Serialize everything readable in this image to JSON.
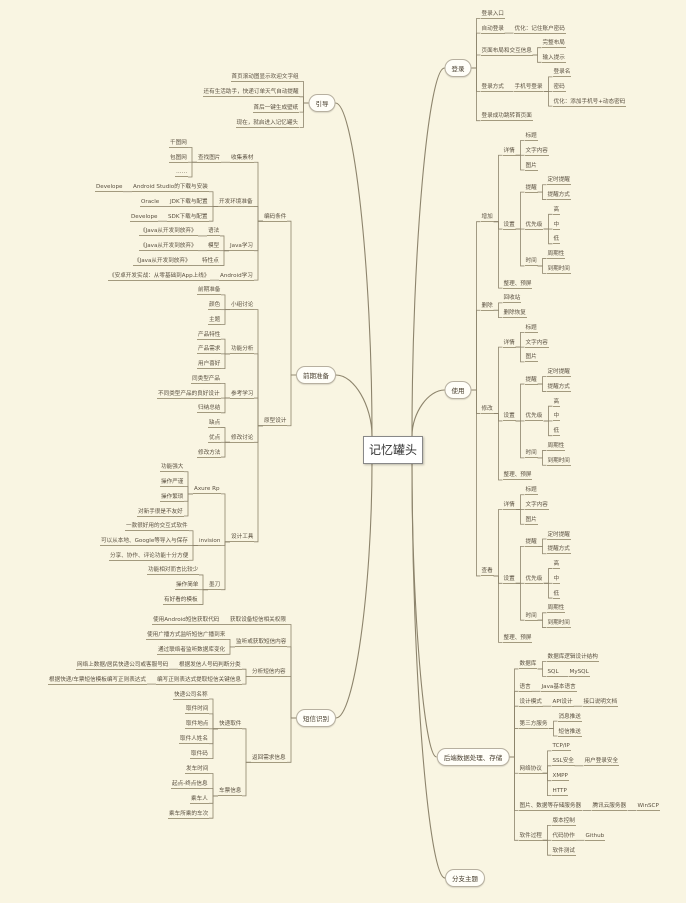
{
  "root": "记忆罐头",
  "topics": [
    {
      "t": "引导",
      "c": [
        {
          "t": "首页滚动图显示欢迎文字组"
        },
        {
          "t": "还有生活助手，快递订单天气自动提醒"
        },
        {
          "t": "首后一键生成壁纸"
        },
        {
          "t": "现在，就启进入记忆罐头"
        }
      ]
    },
    {
      "t": "登录",
      "c": [
        {
          "t": "登录入口"
        },
        {
          "t": "自动登录",
          "c": [
            {
              "t": "优化：记住账户密码"
            }
          ]
        },
        {
          "t": "页面布局和交互信息",
          "c": [
            {
              "t": "完整布局"
            },
            {
              "t": "输入提示"
            }
          ]
        },
        {
          "t": "登录方式",
          "c": [
            {
              "t": "手机号登录",
              "c": [
                {
                  "t": "登录名"
                },
                {
                  "t": "密码"
                },
                {
                  "t": "优化：添加手机号+动态密码"
                }
              ]
            }
          ]
        },
        {
          "t": "登录成功跳转首页面"
        }
      ]
    },
    {
      "t": "前期准备",
      "c": [
        {
          "t": "编码条件",
          "c": [
            {
              "t": "收集素材",
              "c": [
                {
                  "t": "查找图片",
                  "c": [
                    {
                      "t": "千图网"
                    },
                    {
                      "t": "包图网"
                    },
                    {
                      "t": "……"
                    }
                  ]
                }
              ]
            },
            {
              "t": "开发环境准备",
              "c": [
                {
                  "t": "Android Studio的下载与安装",
                  "c": [
                    {
                      "t": "Develope"
                    }
                  ]
                },
                {
                  "t": "JDK下载与配置",
                  "c": [
                    {
                      "t": "Oracle"
                    }
                  ]
                },
                {
                  "t": "SDK下载与配置",
                  "c": [
                    {
                      "t": "Develope"
                    }
                  ]
                }
              ]
            },
            {
              "t": "Java学习",
              "c": [
                {
                  "t": "语法",
                  "c": [
                    {
                      "t": "《Java从开发到放弃》"
                    }
                  ]
                },
                {
                  "t": "模型",
                  "c": [
                    {
                      "t": "《Java从开发到放弃》"
                    }
                  ]
                },
                {
                  "t": "特性点",
                  "c": [
                    {
                      "t": "《Java从开发到放弃》"
                    }
                  ]
                }
              ]
            },
            {
              "t": "Android学习",
              "c": [
                {
                  "t": "《安卓开发实战：从零基础到App上线》"
                }
              ]
            }
          ]
        },
        {
          "t": "原型设计",
          "c": [
            {
              "t": "小组讨论",
              "c": [
                {
                  "t": "前期准备"
                },
                {
                  "t": "颜色"
                },
                {
                  "t": "主题"
                }
              ]
            },
            {
              "t": "功能分析",
              "c": [
                {
                  "t": "产品特性"
                },
                {
                  "t": "产品需求"
                },
                {
                  "t": "用户喜好"
                }
              ]
            },
            {
              "t": "参考学习",
              "c": [
                {
                  "t": "同类型产品"
                },
                {
                  "t": "不同类型产品的良好设计"
                },
                {
                  "t": "归纳总结"
                }
              ]
            },
            {
              "t": "修改讨论",
              "c": [
                {
                  "t": "缺点"
                },
                {
                  "t": "优点"
                },
                {
                  "t": "修改方法"
                }
              ]
            },
            {
              "t": "设计工具",
              "c": [
                {
                  "t": "Axure Rp",
                  "c": [
                    {
                      "t": "功能强大"
                    },
                    {
                      "t": "操作严谨"
                    },
                    {
                      "t": "操作繁琐"
                    },
                    {
                      "t": "对新手很是不友好"
                    }
                  ]
                },
                {
                  "t": "invision",
                  "c": [
                    {
                      "t": "一款很好用的交互式软件"
                    },
                    {
                      "t": "可以从本地、Google等导入与保存"
                    },
                    {
                      "t": "分享、协作、评论功能十分方便"
                    }
                  ]
                },
                {
                  "t": "墨刀",
                  "c": [
                    {
                      "t": "功能相对而言比较少"
                    },
                    {
                      "t": "操作简单"
                    },
                    {
                      "t": "有好看的模板"
                    }
                  ]
                }
              ]
            }
          ]
        }
      ]
    },
    {
      "t": "使用",
      "c": [
        {
          "t": "增加",
          "c": [
            {
              "t": "详情",
              "c": [
                {
                  "t": "标题"
                },
                {
                  "t": "文字内容"
                },
                {
                  "t": "图片"
                }
              ]
            },
            {
              "t": "设置",
              "c": [
                {
                  "t": "提醒",
                  "c": [
                    {
                      "t": "定时提醒"
                    },
                    {
                      "t": "提醒方式"
                    }
                  ]
                },
                {
                  "t": "优先级",
                  "c": [
                    {
                      "t": "高"
                    },
                    {
                      "t": "中"
                    },
                    {
                      "t": "低"
                    }
                  ]
                },
                {
                  "t": "时间",
                  "c": [
                    {
                      "t": "周期性"
                    },
                    {
                      "t": "到期时间"
                    }
                  ]
                }
              ]
            },
            {
              "t": "整理、预屏"
            }
          ]
        },
        {
          "t": "删除",
          "c": [
            {
              "t": "回收站"
            },
            {
              "t": "删除恢复"
            }
          ]
        },
        {
          "t": "修改",
          "c": [
            {
              "t": "详情",
              "c": [
                {
                  "t": "标题"
                },
                {
                  "t": "文字内容"
                },
                {
                  "t": "图片"
                }
              ]
            },
            {
              "t": "设置",
              "c": [
                {
                  "t": "提醒",
                  "c": [
                    {
                      "t": "定时提醒"
                    },
                    {
                      "t": "提醒方式"
                    }
                  ]
                },
                {
                  "t": "优先级",
                  "c": [
                    {
                      "t": "高"
                    },
                    {
                      "t": "中"
                    },
                    {
                      "t": "低"
                    }
                  ]
                },
                {
                  "t": "时间",
                  "c": [
                    {
                      "t": "周期性"
                    },
                    {
                      "t": "到期时间"
                    }
                  ]
                }
              ]
            },
            {
              "t": "整理、预屏"
            }
          ]
        },
        {
          "t": "查看",
          "c": [
            {
              "t": "详情",
              "c": [
                {
                  "t": "标题"
                },
                {
                  "t": "文字内容"
                },
                {
                  "t": "图片"
                }
              ]
            },
            {
              "t": "设置",
              "c": [
                {
                  "t": "提醒",
                  "c": [
                    {
                      "t": "定时提醒"
                    },
                    {
                      "t": "提醒方式"
                    }
                  ]
                },
                {
                  "t": "优先级",
                  "c": [
                    {
                      "t": "高"
                    },
                    {
                      "t": "中"
                    },
                    {
                      "t": "低"
                    }
                  ]
                },
                {
                  "t": "时间",
                  "c": [
                    {
                      "t": "周期性"
                    },
                    {
                      "t": "到期时间"
                    }
                  ]
                }
              ]
            },
            {
              "t": "整理、预屏"
            }
          ]
        }
      ]
    },
    {
      "t": "短信识别",
      "c": [
        {
          "t": "获取设备短信相关权限",
          "c": [
            {
              "t": "使用Android短信获取代码"
            }
          ]
        },
        {
          "t": "监听或获取短信内容",
          "c": [
            {
              "t": "使用广播方式监听短信广播到来"
            },
            {
              "t": "通过联络者监听数据库变化"
            }
          ]
        },
        {
          "t": "分析短信内容",
          "c": [
            {
              "t": "根据发信人号码判断分类",
              "c": [
                {
                  "t": "网络上数据/居民快递公司或客服号码"
                }
              ]
            },
            {
              "t": "编写正则表达式提取短信关键信息",
              "c": [
                {
                  "t": "根据快递/车票短信模板编写正则表达式"
                }
              ]
            }
          ]
        },
        {
          "t": "返回需求信息",
          "c": [
            {
              "t": "快递取件",
              "c": [
                {
                  "t": "快递公司名称"
                },
                {
                  "t": "取件时间"
                },
                {
                  "t": "取件地点"
                },
                {
                  "t": "取件人姓名"
                },
                {
                  "t": "取件码"
                }
              ]
            },
            {
              "t": "车票信息",
              "c": [
                {
                  "t": "发车时间"
                },
                {
                  "t": "起点-终点信息"
                },
                {
                  "t": "乘车人"
                },
                {
                  "t": "乘车所乘的车次"
                }
              ]
            }
          ]
        }
      ]
    },
    {
      "t": "后端数据处理、存储",
      "c": [
        {
          "t": "数据库",
          "c": [
            {
              "t": "数据库逻辑设计结构"
            },
            {
              "t": "SQL",
              "c": [
                {
                  "t": "MySQL"
                }
              ]
            }
          ]
        },
        {
          "t": "语言",
          "c": [
            {
              "t": "Java基本语言"
            }
          ]
        },
        {
          "t": "设计模式",
          "c": [
            {
              "t": "API设计",
              "c": [
                {
                  "t": "接口说明文档"
                }
              ]
            }
          ]
        },
        {
          "t": "第三方服务",
          "c": [
            {
              "t": "消息推送"
            },
            {
              "t": "短信推送"
            }
          ]
        },
        {
          "t": "网络协议",
          "c": [
            {
              "t": "TCP/IP"
            },
            {
              "t": "SSL安全",
              "c": [
                {
                  "t": "用户登录安全"
                }
              ]
            },
            {
              "t": "XMPP"
            },
            {
              "t": "HTTP"
            }
          ]
        },
        {
          "t": "图片、数据等存储服务器",
          "c": [
            {
              "t": "腾讯云服务器",
              "c": [
                {
                  "t": "WinSCP"
                }
              ]
            }
          ]
        },
        {
          "t": "软件过程",
          "c": [
            {
              "t": "版本控制"
            },
            {
              "t": "代码协作",
              "c": [
                {
                  "t": "Github"
                }
              ]
            },
            {
              "t": "软件测试"
            }
          ]
        }
      ]
    },
    {
      "t": "分支主题",
      "c": []
    }
  ]
}
